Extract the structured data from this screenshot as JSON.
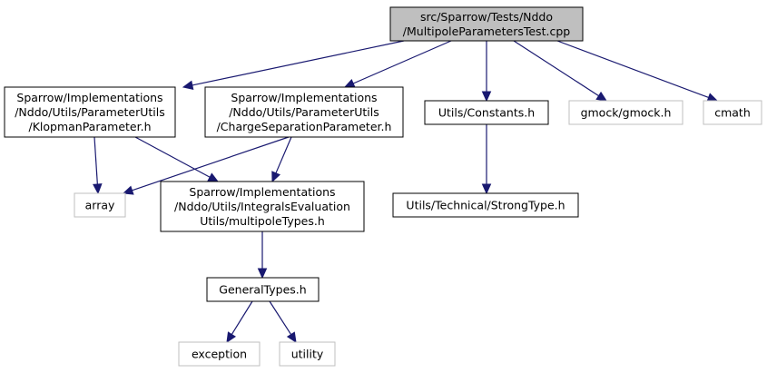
{
  "graph": {
    "nodes": [
      {
        "id": "root",
        "kind": "root",
        "lines": [
          "src/Sparrow/Tests/Nddo",
          "/MultipoleParametersTest.cpp"
        ]
      },
      {
        "id": "klopman",
        "kind": "node",
        "lines": [
          "Sparrow/Implementations",
          "/Nddo/Utils/ParameterUtils",
          "/KlopmanParameter.h"
        ]
      },
      {
        "id": "chargesep",
        "kind": "node",
        "lines": [
          "Sparrow/Implementations",
          "/Nddo/Utils/ParameterUtils",
          "/ChargeSeparationParameter.h"
        ]
      },
      {
        "id": "constants",
        "kind": "node",
        "lines": [
          "Utils/Constants.h"
        ]
      },
      {
        "id": "gmock",
        "kind": "external",
        "lines": [
          "gmock/gmock.h"
        ]
      },
      {
        "id": "cmath",
        "kind": "external",
        "lines": [
          "cmath"
        ]
      },
      {
        "id": "array",
        "kind": "external",
        "lines": [
          "array"
        ]
      },
      {
        "id": "multipoletypes",
        "kind": "node",
        "lines": [
          "Sparrow/Implementations",
          "/Nddo/Utils/IntegralsEvaluation",
          "Utils/multipoleTypes.h"
        ]
      },
      {
        "id": "strongtype",
        "kind": "node",
        "lines": [
          "Utils/Technical/StrongType.h"
        ]
      },
      {
        "id": "generaltypes",
        "kind": "node",
        "lines": [
          "GeneralTypes.h"
        ]
      },
      {
        "id": "exception",
        "kind": "external",
        "lines": [
          "exception"
        ]
      },
      {
        "id": "utility",
        "kind": "external",
        "lines": [
          "utility"
        ]
      }
    ],
    "edges": [
      {
        "from": "root",
        "to": "klopman"
      },
      {
        "from": "root",
        "to": "chargesep"
      },
      {
        "from": "root",
        "to": "constants"
      },
      {
        "from": "root",
        "to": "gmock"
      },
      {
        "from": "root",
        "to": "cmath"
      },
      {
        "from": "klopman",
        "to": "array"
      },
      {
        "from": "klopman",
        "to": "multipoletypes"
      },
      {
        "from": "chargesep",
        "to": "array"
      },
      {
        "from": "chargesep",
        "to": "multipoletypes"
      },
      {
        "from": "constants",
        "to": "strongtype"
      },
      {
        "from": "multipoletypes",
        "to": "generaltypes"
      },
      {
        "from": "generaltypes",
        "to": "exception"
      },
      {
        "from": "generaltypes",
        "to": "utility"
      }
    ]
  }
}
